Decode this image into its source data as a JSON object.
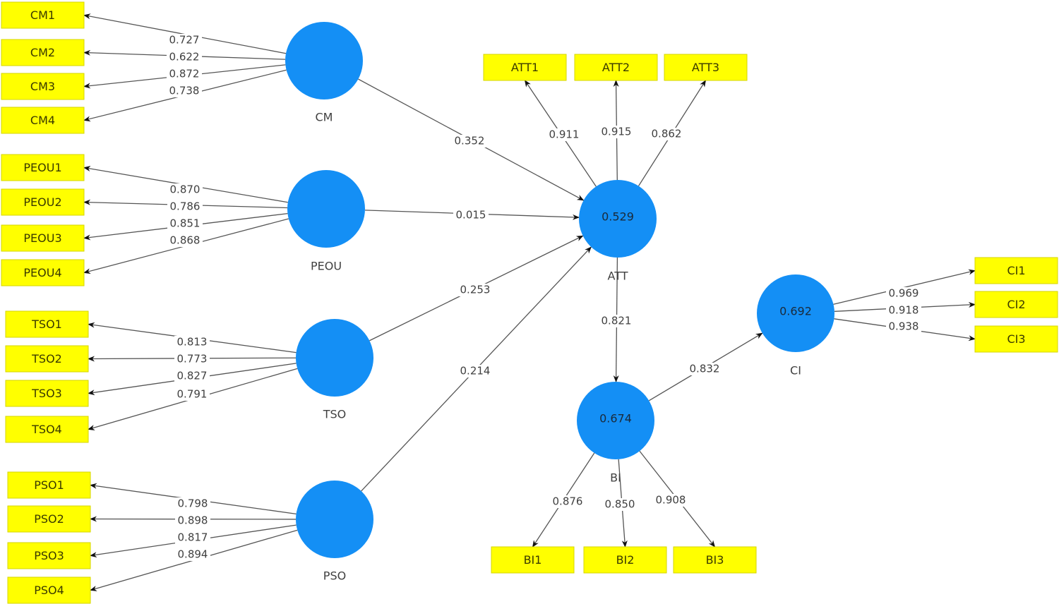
{
  "diagram": {
    "title": "PLS-SEM path model",
    "colors": {
      "construct_fill": "#148ff5",
      "indicator_fill": "#ffff00",
      "edge": "#555555",
      "label_text": "#404040"
    },
    "constructs": [
      {
        "id": "CM",
        "name": "CM",
        "r2": null
      },
      {
        "id": "PEOU",
        "name": "PEOU",
        "r2": null
      },
      {
        "id": "TSO",
        "name": "TSO",
        "r2": null
      },
      {
        "id": "PSO",
        "name": "PSO",
        "r2": null
      },
      {
        "id": "ATT",
        "name": "ATT",
        "r2": "0.529"
      },
      {
        "id": "BI",
        "name": "BI",
        "r2": "0.674"
      },
      {
        "id": "CI",
        "name": "CI",
        "r2": "0.692"
      }
    ],
    "indicators": [
      {
        "id": "CM1",
        "construct": "CM",
        "loading": "0.727"
      },
      {
        "id": "CM2",
        "construct": "CM",
        "loading": "0.622"
      },
      {
        "id": "CM3",
        "construct": "CM",
        "loading": "0.872"
      },
      {
        "id": "CM4",
        "construct": "CM",
        "loading": "0.738"
      },
      {
        "id": "PEOU1",
        "construct": "PEOU",
        "loading": "0.870"
      },
      {
        "id": "PEOU2",
        "construct": "PEOU",
        "loading": "0.786"
      },
      {
        "id": "PEOU3",
        "construct": "PEOU",
        "loading": "0.851"
      },
      {
        "id": "PEOU4",
        "construct": "PEOU",
        "loading": "0.868"
      },
      {
        "id": "TSO1",
        "construct": "TSO",
        "loading": "0.813"
      },
      {
        "id": "TSO2",
        "construct": "TSO",
        "loading": "0.773"
      },
      {
        "id": "TSO3",
        "construct": "TSO",
        "loading": "0.827"
      },
      {
        "id": "TSO4",
        "construct": "TSO",
        "loading": "0.791"
      },
      {
        "id": "PSO1",
        "construct": "PSO",
        "loading": "0.798"
      },
      {
        "id": "PSO2",
        "construct": "PSO",
        "loading": "0.898"
      },
      {
        "id": "PSO3",
        "construct": "PSO",
        "loading": "0.817"
      },
      {
        "id": "PSO4",
        "construct": "PSO",
        "loading": "0.894"
      },
      {
        "id": "ATT1",
        "construct": "ATT",
        "loading": "0.911"
      },
      {
        "id": "ATT2",
        "construct": "ATT",
        "loading": "0.915"
      },
      {
        "id": "ATT3",
        "construct": "ATT",
        "loading": "0.862"
      },
      {
        "id": "BI1",
        "construct": "BI",
        "loading": "0.876"
      },
      {
        "id": "BI2",
        "construct": "BI",
        "loading": "0.850"
      },
      {
        "id": "BI3",
        "construct": "BI",
        "loading": "0.908"
      },
      {
        "id": "CI1",
        "construct": "CI",
        "loading": "0.969"
      },
      {
        "id": "CI2",
        "construct": "CI",
        "loading": "0.918"
      },
      {
        "id": "CI3",
        "construct": "CI",
        "loading": "0.938"
      }
    ],
    "paths": [
      {
        "from": "CM",
        "to": "ATT",
        "coefficient": "0.352"
      },
      {
        "from": "PEOU",
        "to": "ATT",
        "coefficient": "0.015"
      },
      {
        "from": "TSO",
        "to": "ATT",
        "coefficient": "0.253"
      },
      {
        "from": "PSO",
        "to": "ATT",
        "coefficient": "0.214"
      },
      {
        "from": "ATT",
        "to": "BI",
        "coefficient": "0.821"
      },
      {
        "from": "BI",
        "to": "CI",
        "coefficient": "0.832"
      }
    ]
  }
}
